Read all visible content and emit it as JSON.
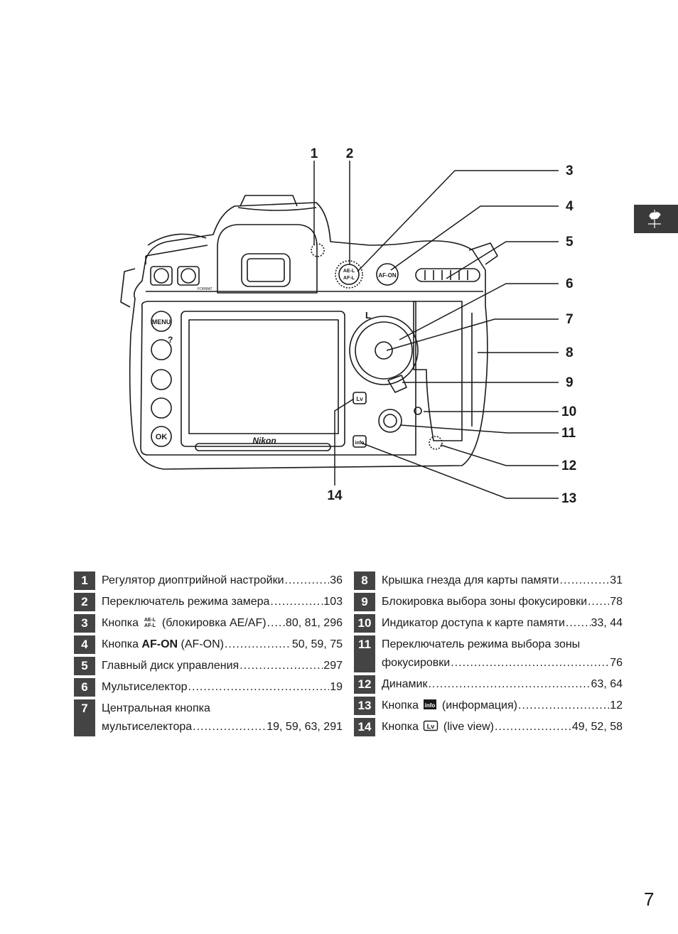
{
  "callouts": [
    {
      "id": "1",
      "label": "1"
    },
    {
      "id": "2",
      "label": "2"
    },
    {
      "id": "3",
      "label": "3"
    },
    {
      "id": "4",
      "label": "4"
    },
    {
      "id": "5",
      "label": "5"
    },
    {
      "id": "6",
      "label": "6"
    },
    {
      "id": "7",
      "label": "7"
    },
    {
      "id": "8",
      "label": "8"
    },
    {
      "id": "9",
      "label": "9"
    },
    {
      "id": "10",
      "label": "10"
    },
    {
      "id": "11",
      "label": "11"
    },
    {
      "id": "12",
      "label": "12"
    },
    {
      "id": "13",
      "label": "13"
    },
    {
      "id": "14",
      "label": "14"
    }
  ],
  "camera_labels": {
    "menu": "MENU",
    "ok": "OK",
    "af_on": "AF-ON",
    "brand": "Nikon",
    "ael": "AE-L",
    "afl": "AF-L",
    "lv": "Lv",
    "info": "info",
    "l_mark": "L",
    "question": "?",
    "format": "FORMAT"
  },
  "left_table": [
    {
      "num": "1",
      "lines": [
        {
          "text": "Регулятор диоптрийной настройки",
          "pages": "36"
        }
      ]
    },
    {
      "num": "2",
      "lines": [
        {
          "text": "Переключатель режима замера",
          "pages": "103"
        }
      ]
    },
    {
      "num": "3",
      "lines": [
        {
          "prefix": "Кнопка",
          "icon": "ae-af-lock-icon",
          "text": "(блокировка AE/AF)",
          "pages": "80, 81, 296"
        }
      ]
    },
    {
      "num": "4",
      "lines": [
        {
          "prefix": "Кнопка",
          "bold": "AF-ON",
          "text": "(AF-ON)",
          "pages": "50, 59, 75"
        }
      ]
    },
    {
      "num": "5",
      "lines": [
        {
          "text": "Главный диск управления",
          "pages": "297"
        }
      ]
    },
    {
      "num": "6",
      "lines": [
        {
          "text": "Мультиселектор",
          "pages": "19"
        }
      ]
    },
    {
      "num": "7",
      "lines": [
        {
          "text": "Центральная кнопка",
          "pages": ""
        },
        {
          "text": "мультиселектора",
          "pages": "19, 59, 63, 291"
        }
      ]
    }
  ],
  "right_table": [
    {
      "num": "8",
      "lines": [
        {
          "text": "Крышка гнезда для карты памяти",
          "pages": "31"
        }
      ]
    },
    {
      "num": "9",
      "lines": [
        {
          "text": "Блокировка выбора зоны фокусировки",
          "pages": "78"
        }
      ]
    },
    {
      "num": "10",
      "lines": [
        {
          "text": "Индикатор доступа к карте памяти",
          "pages": "33, 44"
        }
      ]
    },
    {
      "num": "11",
      "lines": [
        {
          "text": "Переключатель режима выбора зоны",
          "pages": ""
        },
        {
          "text": "фокусировки",
          "pages": "76"
        }
      ]
    },
    {
      "num": "12",
      "lines": [
        {
          "text": "Динамик",
          "pages": "63, 64"
        }
      ]
    },
    {
      "num": "13",
      "lines": [
        {
          "prefix": "Кнопка",
          "icon": "info-icon",
          "text": "(информация)",
          "pages": "12"
        }
      ]
    },
    {
      "num": "14",
      "lines": [
        {
          "prefix": "Кнопка",
          "icon": "live-view-icon",
          "text": "(live view)",
          "pages": "49, 52, 58"
        }
      ]
    }
  ],
  "page_number": "7"
}
